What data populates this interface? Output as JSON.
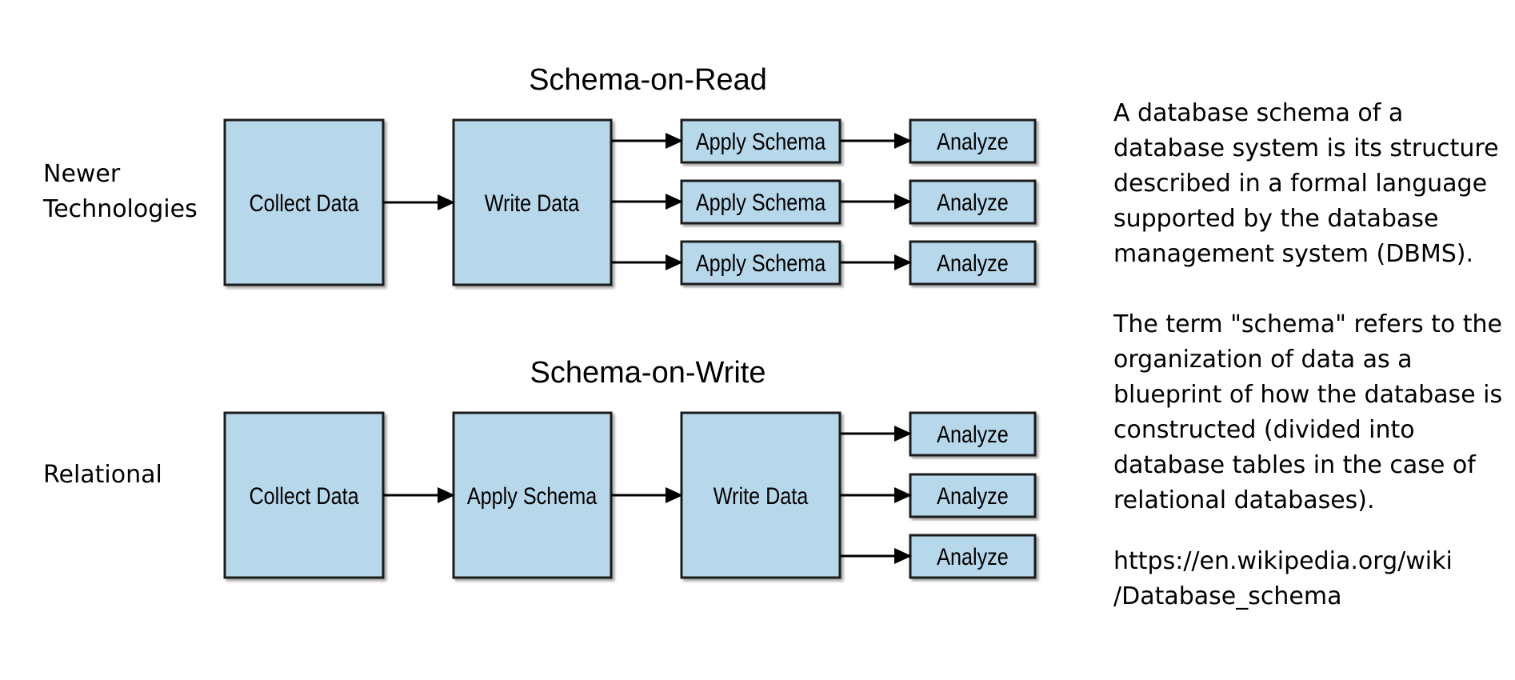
{
  "colors": {
    "box_fill": "#b7d7ea",
    "box_border": "#1f1f1f",
    "arrow": "#000000",
    "text": "#000000"
  },
  "row_labels": {
    "newer": "Newer\nTechnologies",
    "relational": "Relational"
  },
  "schema_on_read": {
    "title": "Schema-on-Read",
    "collect": "Collect Data",
    "write": "Write Data",
    "apply": [
      "Apply Schema",
      "Apply Schema",
      "Apply Schema"
    ],
    "analyze": [
      "Analyze",
      "Analyze",
      "Analyze"
    ]
  },
  "schema_on_write": {
    "title": "Schema-on-Write",
    "collect": "Collect Data",
    "apply": "Apply Schema",
    "write": "Write Data",
    "analyze": [
      "Analyze",
      "Analyze",
      "Analyze"
    ]
  },
  "side_text": {
    "definition": "A database schema of a database system is its structure described in a formal language supported by the database management system (DBMS).",
    "term": "The term \"schema\" refers to the organization of data as a blueprint of how the database is constructed (divided into database tables in the case of relational databases).",
    "url_line1": "https://en.wikipedia.org/wiki",
    "url_line2": "/Database_schema"
  }
}
